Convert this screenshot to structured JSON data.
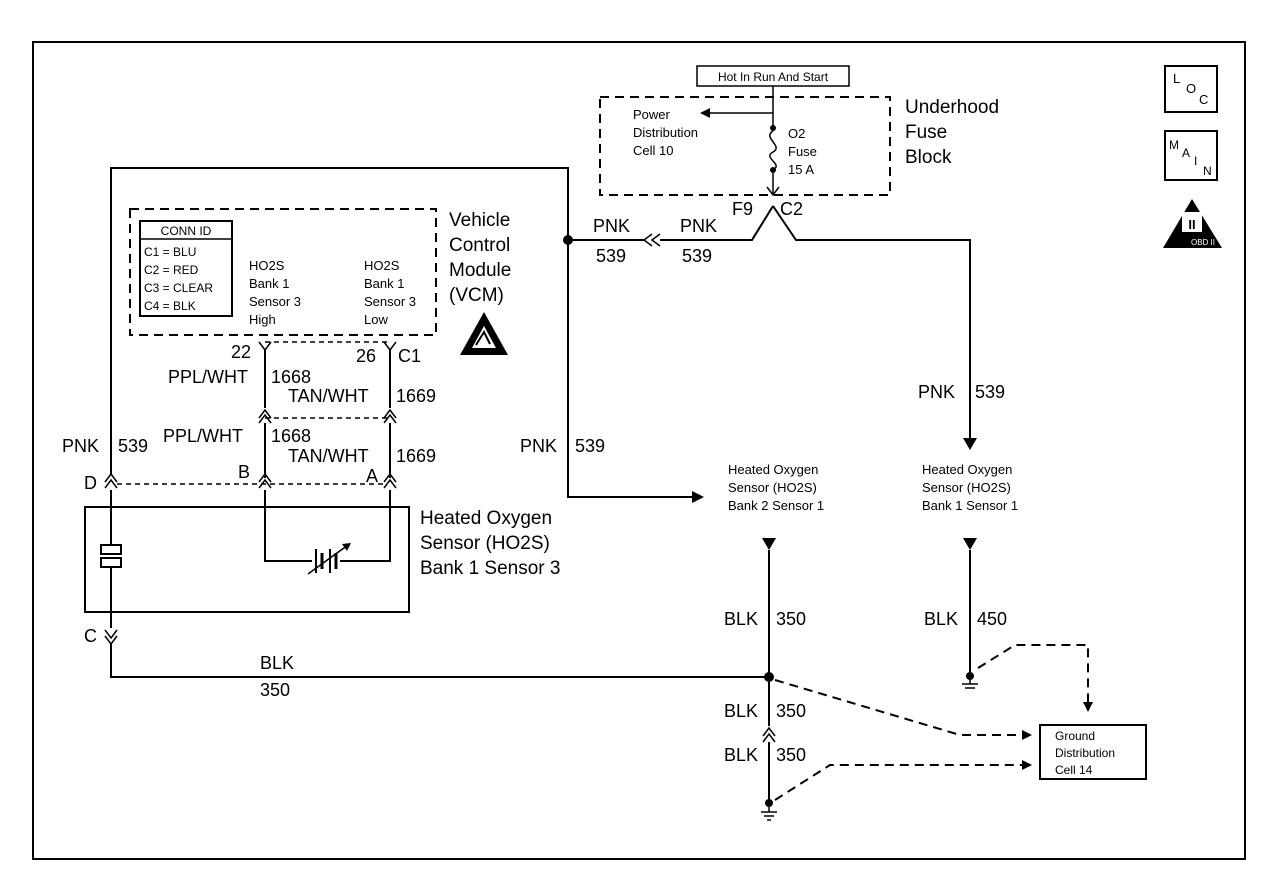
{
  "fuse_block": {
    "hot_label": "Hot In Run And Start",
    "name_line1": "Underhood",
    "name_line2": "Fuse",
    "name_line3": "Block",
    "power_line1": "Power",
    "power_line2": "Distribution",
    "power_line3": "Cell 10",
    "fuse_line1": "O2",
    "fuse_line2": "Fuse",
    "fuse_line3": "15 A",
    "connector_left": "F9",
    "connector_right": "C2"
  },
  "vcm": {
    "name_line1": "Vehicle",
    "name_line2": "Control",
    "name_line3": "Module",
    "name_line4": "(VCM)",
    "conn_id_title": "CONN ID",
    "conn_ids": [
      "C1 = BLU",
      "C2 = RED",
      "C3 = CLEAR",
      "C4 = BLK"
    ],
    "high_line1": "HO2S",
    "high_line2": "Bank 1",
    "high_line3": "Sensor 3",
    "high_line4": "High",
    "low_line1": "HO2S",
    "low_line2": "Bank 1",
    "low_line3": "Sensor 3",
    "low_line4": "Low",
    "pin_high": "22",
    "pin_low": "26",
    "connector": "C1"
  },
  "wires": {
    "pnk_color": "PNK",
    "pnk_circuit": "539",
    "ppl_color": "PPL/WHT",
    "ppl_circuit": "1668",
    "tan_color": "TAN/WHT",
    "tan_circuit": "1669",
    "blk_color": "BLK",
    "blk_circuit_350": "350",
    "blk_circuit_450": "450"
  },
  "sensor_b1s3": {
    "line1": "Heated Oxygen",
    "line2": "Sensor (HO2S)",
    "line3": "Bank 1 Sensor 3",
    "pin_d": "D",
    "pin_b": "B",
    "pin_a": "A",
    "pin_c": "C"
  },
  "sensor_b2s1": {
    "line1": "Heated Oxygen",
    "line2": "Sensor (HO2S)",
    "line3": "Bank 2 Sensor 1"
  },
  "sensor_b1s1": {
    "line1": "Heated Oxygen",
    "line2": "Sensor (HO2S)",
    "line3": "Bank 1 Sensor 1"
  },
  "ground_dist": {
    "line1": "Ground",
    "line2": "Distribution",
    "line3": "Cell 14"
  },
  "badges": {
    "loc_l": "L",
    "loc_o": "O",
    "loc_c": "C",
    "main_m": "M",
    "main_a": "A",
    "main_i": "I",
    "main_n": "N",
    "obd_roman": "II",
    "obd_text": "OBD II"
  }
}
